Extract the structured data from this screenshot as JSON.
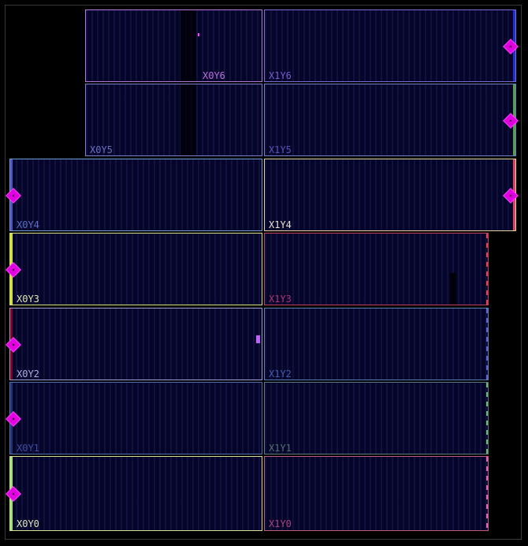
{
  "regions": [
    {
      "label": "X0Y6",
      "color": "#b27ad6"
    },
    {
      "label": "X1Y6",
      "color": "#7a6bd6"
    },
    {
      "label": "X0Y5",
      "color": "#7a7fd0"
    },
    {
      "label": "X1Y5",
      "color": "#6c80c8"
    },
    {
      "label": "X0Y4",
      "color": "#6f9fd0"
    },
    {
      "label": "X1Y4",
      "color": "#e7d0a0"
    },
    {
      "label": "X0Y3",
      "color": "#d8e080"
    },
    {
      "label": "X1Y3",
      "color": "#c04060"
    },
    {
      "label": "X0Y2",
      "color": "#a0a0d8"
    },
    {
      "label": "X1Y2",
      "color": "#5a80b8"
    },
    {
      "label": "X0Y1",
      "color": "#5070b0"
    },
    {
      "label": "X1Y1",
      "color": "#5a7a80"
    },
    {
      "label": "X0Y0",
      "color": "#d8e090"
    },
    {
      "label": "X1Y0",
      "color": "#c05a80"
    }
  ],
  "pin_icon": "clock-pin-diamond-icon",
  "colors": {
    "pin": "#e000e0",
    "background": "#000000"
  }
}
